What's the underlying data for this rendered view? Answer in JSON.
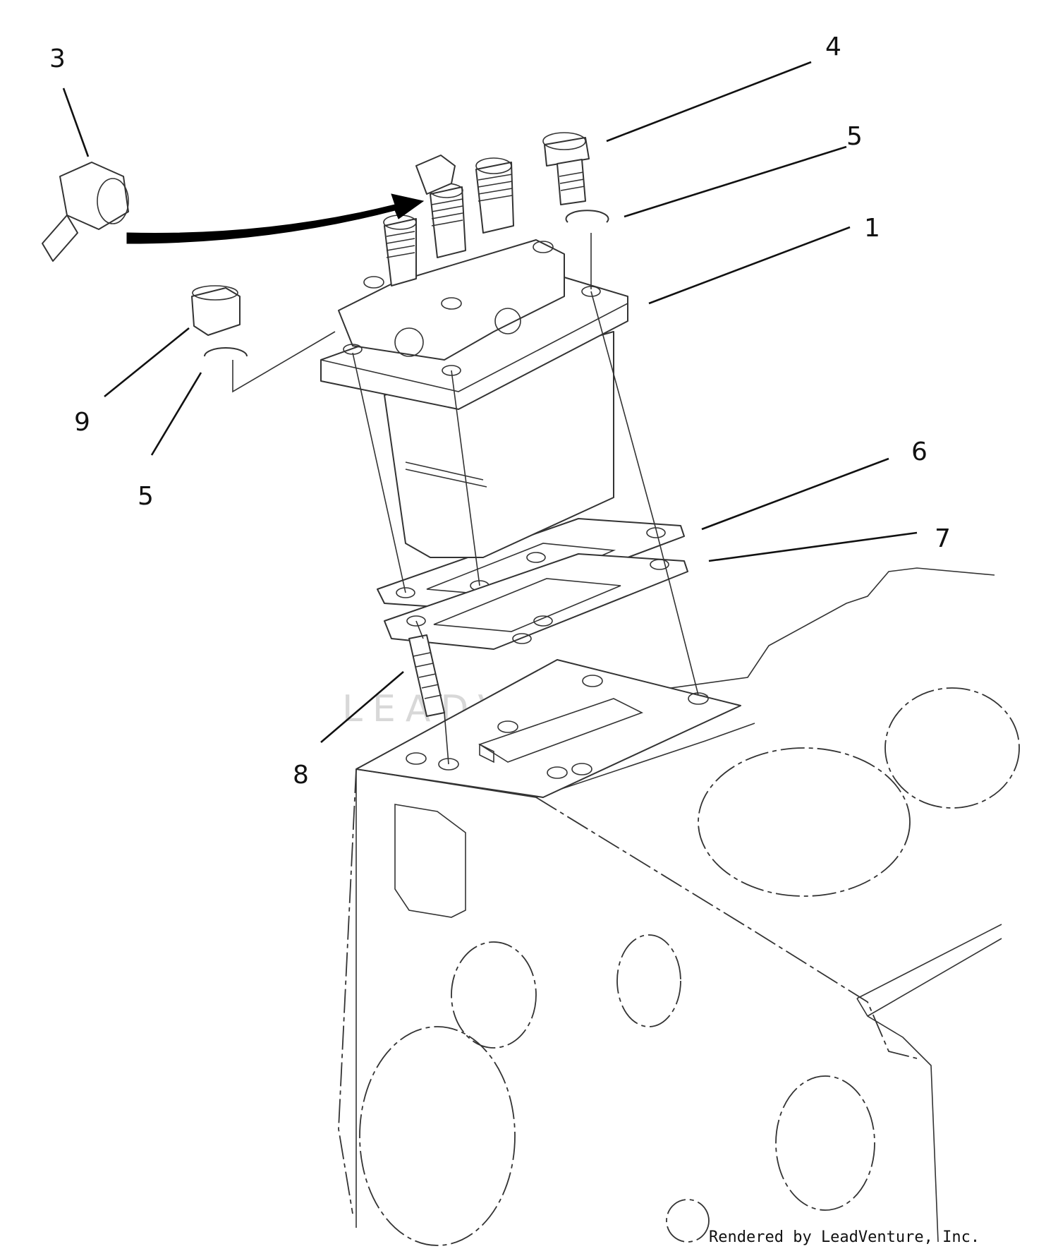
{
  "callouts": [
    {
      "id": "c1",
      "label": "1"
    },
    {
      "id": "c3",
      "label": "3"
    },
    {
      "id": "c4",
      "label": "4"
    },
    {
      "id": "c5a",
      "label": "5"
    },
    {
      "id": "c5b",
      "label": "5"
    },
    {
      "id": "c6",
      "label": "6"
    },
    {
      "id": "c7",
      "label": "7"
    },
    {
      "id": "c8",
      "label": "8"
    },
    {
      "id": "c9",
      "label": "9"
    }
  ],
  "watermark": "LEADVENTURE",
  "credit": "Rendered by LeadVenture, Inc."
}
